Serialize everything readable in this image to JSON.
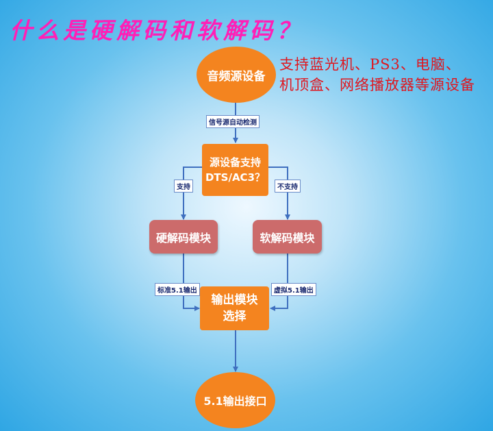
{
  "title": "什么是硬解码和软解码？",
  "subtitle": {
    "line1": "支持蓝光机、PS3、电脑、",
    "line2": "机顶盒、网络播放器等源设备"
  },
  "nodes": {
    "source": "音频源设备",
    "decision_line1": "源设备支持",
    "decision_line2": "DTS/AC3？",
    "hard_decode": "硬解码模块",
    "soft_decode": "软解码模块",
    "output_select_line1": "输出模块",
    "output_select_line2": "选择",
    "output_port": "5.1输出接口"
  },
  "edge_labels": {
    "detect": "信号源自动检测",
    "supported": "支持",
    "not_supported": "不支持",
    "standard_output": "标准5.1输出",
    "virtual_output": "虚拟5.1输出"
  },
  "colors": {
    "title": "#ff1fb6",
    "subtitle": "#e0161e",
    "node_orange": "#f4841f",
    "node_red": "#cc6b6b",
    "arrow": "#3f6fbf"
  }
}
